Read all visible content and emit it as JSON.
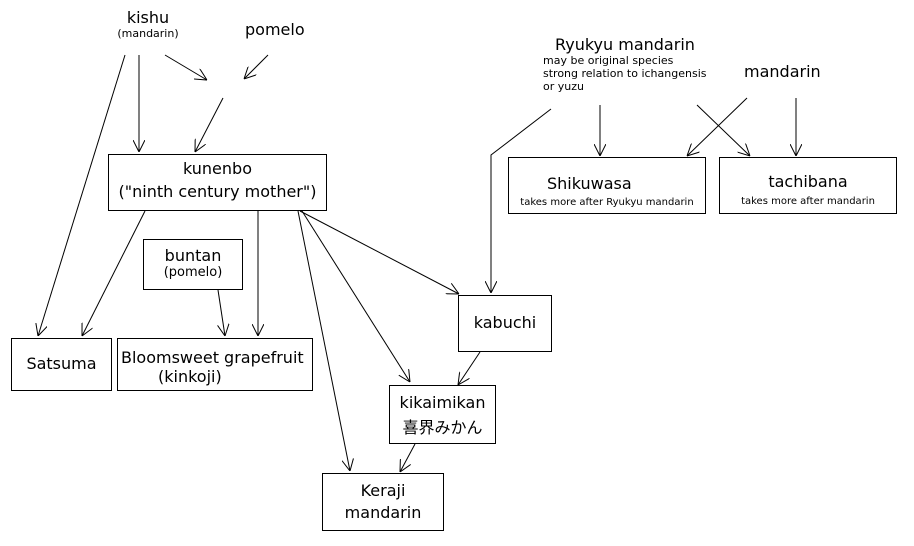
{
  "nodes": {
    "kishu": {
      "name": "kishu",
      "note": "(mandarin)"
    },
    "pomelo": {
      "name": "pomelo"
    },
    "ryukyu": {
      "name": "Ryukyu mandarin",
      "notes": [
        "may be original species",
        "strong relation to ichangensis",
        "or yuzu"
      ]
    },
    "mandarin": {
      "name": "mandarin"
    },
    "kunenbo": {
      "name": "kunenbo",
      "sub": "(\"ninth century mother\")"
    },
    "buntan": {
      "name": "buntan",
      "sub": "(pomelo)"
    },
    "satsuma": {
      "name": "Satsuma"
    },
    "bloomsweet": {
      "name": "Bloomsweet grapefruit",
      "sub": "(kinkoji)"
    },
    "kabuchi": {
      "name": "kabuchi"
    },
    "kikaimikan": {
      "name": "kikaimikan",
      "sub": "喜界みかん"
    },
    "keraji": {
      "name": "Keraji",
      "sub": "mandarin"
    },
    "shikuwasa": {
      "name": "Shikuwasa",
      "note": "takes more after Ryukyu mandarin"
    },
    "tachibana": {
      "name": "tachibana",
      "note": "takes more after mandarin"
    }
  },
  "edges": [
    {
      "from": "kishu",
      "to": "kunenbo"
    },
    {
      "from": "kishu",
      "to": "Satsuma"
    },
    {
      "from": "kishu",
      "to": "kunenbo (via merge)"
    },
    {
      "from": "pomelo",
      "to": "kunenbo (via merge)"
    },
    {
      "from": "kunenbo",
      "to": "Satsuma"
    },
    {
      "from": "kunenbo",
      "to": "Bloomsweet grapefruit"
    },
    {
      "from": "buntan",
      "to": "Bloomsweet grapefruit"
    },
    {
      "from": "kunenbo",
      "to": "kabuchi"
    },
    {
      "from": "kunenbo",
      "to": "kikaimikan"
    },
    {
      "from": "kunenbo",
      "to": "Keraji"
    },
    {
      "from": "Ryukyu mandarin",
      "to": "kabuchi"
    },
    {
      "from": "Ryukyu mandarin",
      "to": "Shikuwasa"
    },
    {
      "from": "Ryukyu mandarin",
      "to": "tachibana"
    },
    {
      "from": "mandarin",
      "to": "Shikuwasa"
    },
    {
      "from": "mandarin",
      "to": "tachibana"
    },
    {
      "from": "kabuchi",
      "to": "kikaimikan"
    },
    {
      "from": "kikaimikan",
      "to": "Keraji"
    }
  ]
}
